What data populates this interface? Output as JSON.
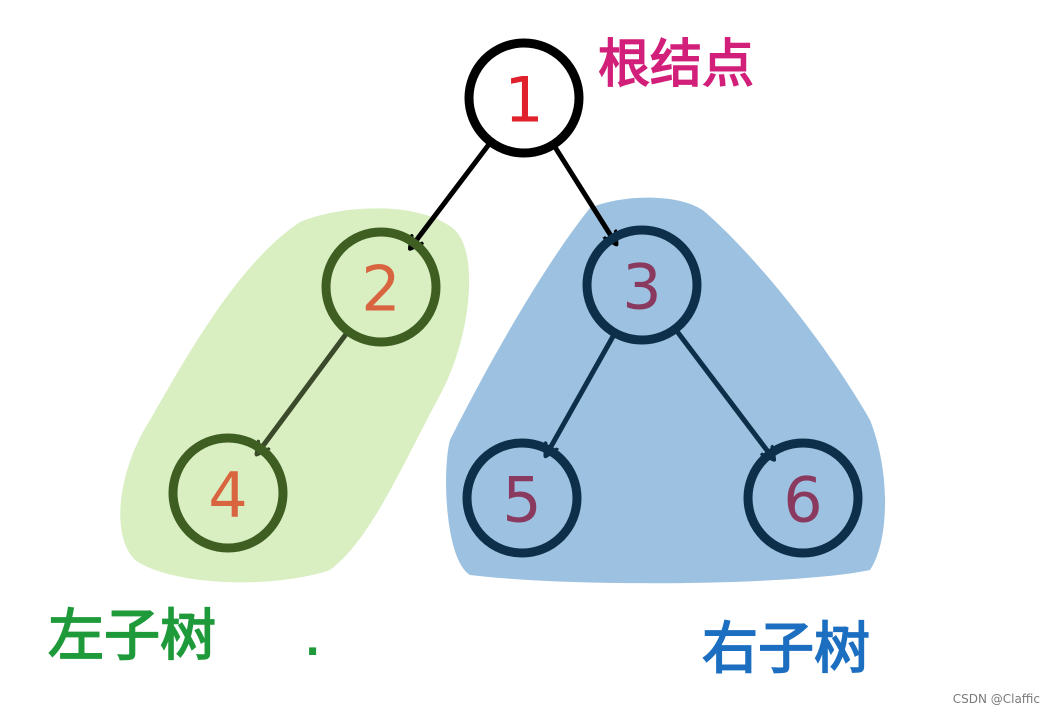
{
  "colors": {
    "left_region": "#d9efc2",
    "right_region": "#9dc1e0",
    "root_stroke": "#000000",
    "left_stroke": "#3f5e22",
    "right_stroke": "#0d2f4a",
    "edge": "#000000",
    "edge_left": "#3a4a2a",
    "edge_right": "#0d2f4a",
    "label_root": "#e0202a",
    "label_left": "#d86440",
    "label_right": "#8a3a5f",
    "root_note": "#d2207a",
    "left_note": "#1f9a3a",
    "right_note": "#1c6fc0",
    "watermark": "#7a7a7a"
  },
  "nodes": [
    {
      "id": "1",
      "label": "1"
    },
    {
      "id": "2",
      "label": "2"
    },
    {
      "id": "3",
      "label": "3"
    },
    {
      "id": "4",
      "label": "4"
    },
    {
      "id": "5",
      "label": "5"
    },
    {
      "id": "6",
      "label": "6"
    }
  ],
  "edges": [
    {
      "from": "1",
      "to": "2"
    },
    {
      "from": "1",
      "to": "3"
    },
    {
      "from": "2",
      "to": "4"
    },
    {
      "from": "3",
      "to": "5"
    },
    {
      "from": "3",
      "to": "6"
    }
  ],
  "annotations": {
    "root": "根结点",
    "left_subtree": "左子树",
    "left_subtree_dot": ".",
    "right_subtree": "右子树"
  },
  "watermark": "CSDN @Claffic"
}
